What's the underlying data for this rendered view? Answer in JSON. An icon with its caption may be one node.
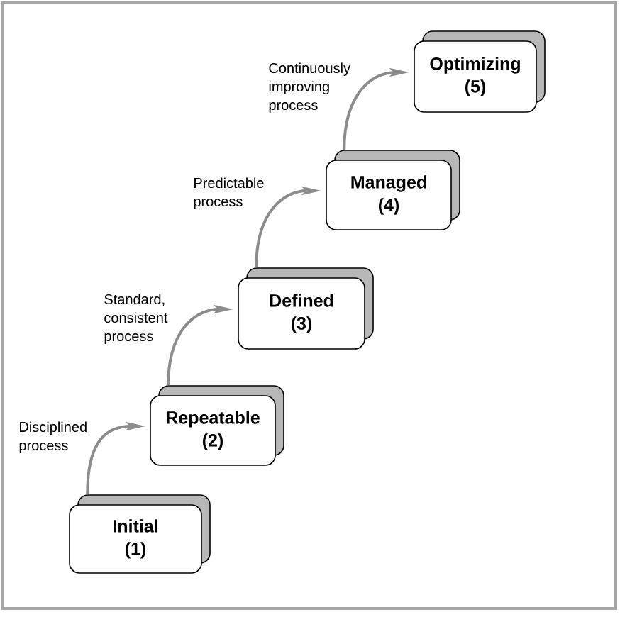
{
  "diagram": {
    "nodes": [
      {
        "text": [
          "Initial",
          "(1)"
        ]
      },
      {
        "text": [
          "Repeatable",
          "(2)"
        ]
      },
      {
        "text": [
          "Defined",
          "(3)"
        ]
      },
      {
        "text": [
          "Managed",
          "(4)"
        ]
      },
      {
        "text": [
          "Optimizing",
          "(5)"
        ]
      }
    ],
    "edges": [
      {
        "from": 0,
        "to": 1,
        "arrow": "to",
        "label": "Disciplined process"
      },
      {
        "from": 1,
        "to": 2,
        "arrow": "to",
        "label": "Standard, consistent process"
      },
      {
        "from": 2,
        "to": 3,
        "arrow": "to",
        "label": "Predictable process"
      },
      {
        "from": 3,
        "to": 4,
        "arrow": "to",
        "label": "Continuously improving process"
      }
    ]
  }
}
